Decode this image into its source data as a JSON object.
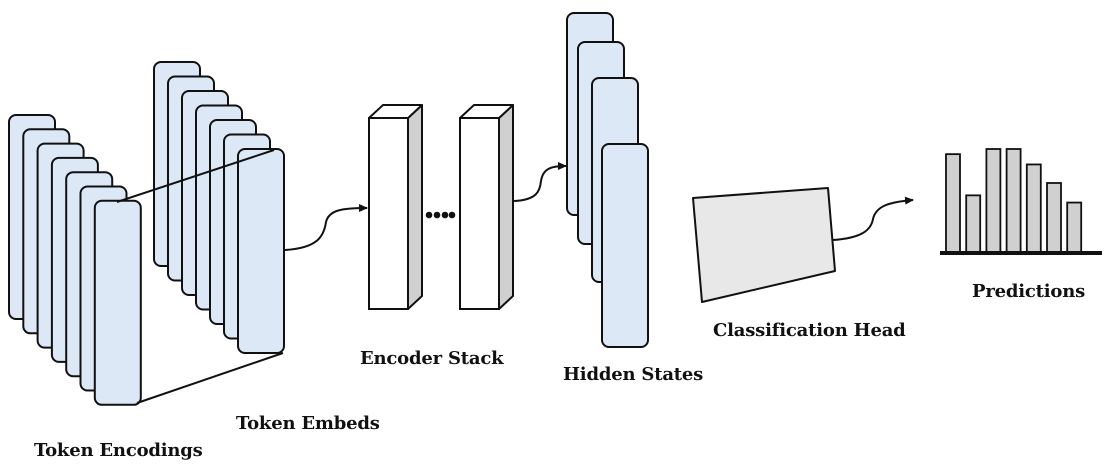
{
  "diagram": {
    "labels": {
      "token_encodings": "Token Encodings",
      "token_embeds": "Token Embeds",
      "encoder_stack": "Encoder Stack",
      "hidden_states": "Hidden States",
      "classification_head": "Classification Head",
      "predictions": "Predictions"
    },
    "colors": {
      "card_fill": "#dde8f6",
      "block_face": "#ffffff",
      "block_side": "#d0d0d0",
      "head_fill": "#e8e8e8",
      "bar_fill": "#d0d0d0",
      "stroke": "#111111"
    },
    "counts": {
      "token_encoding_cards": 7,
      "token_embed_cards": 7,
      "hidden_state_cards": 4,
      "encoder_blocks": 2,
      "prediction_bars": 7
    },
    "prediction_levels": [
      0.95,
      0.55,
      1.0,
      1.0,
      0.85,
      0.67,
      0.48
    ]
  }
}
